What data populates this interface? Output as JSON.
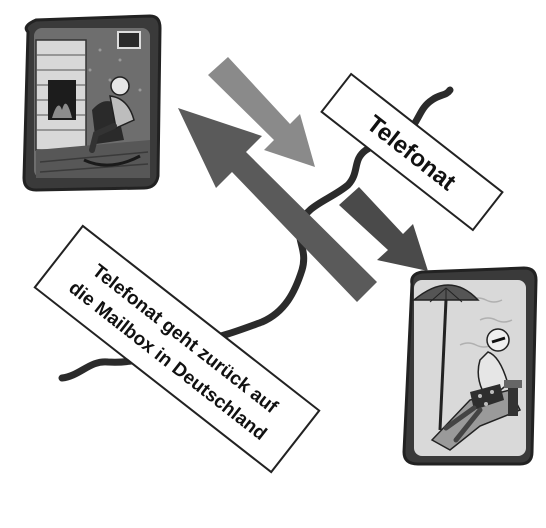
{
  "diagram": {
    "label_outgoing": "Telefonat",
    "label_return_line1": "Telefonat geht zurück auf",
    "label_return_line2": "die Mailbox in Deutschland",
    "colors": {
      "background": "#ffffff",
      "outgoing_arrow_upper": "#8a8a8a",
      "outgoing_arrow_lower": "#4a4a4a",
      "return_arrow": "#5a5a5a",
      "cable": "#2b2b2b",
      "frame": "#444444",
      "label_border": "#222222"
    },
    "icons": {
      "home_scene": "man-in-rocking-chair-by-fireplace-icon",
      "vacation_scene": "man-in-deckchair-under-parasol-icon"
    }
  }
}
